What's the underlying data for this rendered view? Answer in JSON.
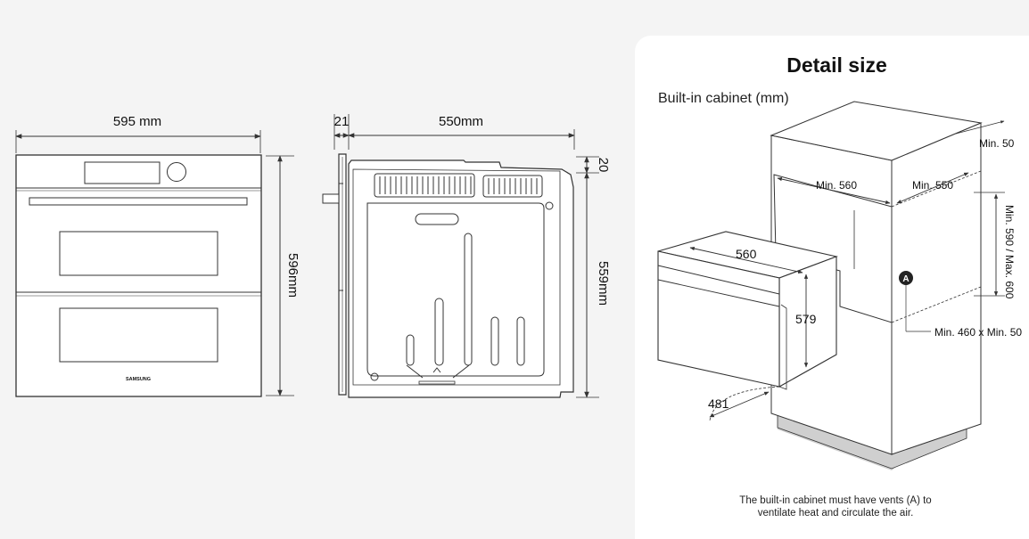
{
  "front_view": {
    "width_label": "595 mm",
    "height_label": "596mm",
    "brand": "SAMSUNG"
  },
  "side_view": {
    "door_label": "21",
    "depth_label": "550mm",
    "top_label": "20",
    "height_label": "559mm"
  },
  "detail": {
    "title": "Detail size",
    "subtitle": "Built-in cabinet (mm)",
    "dims": {
      "min50_top": "Min. 50",
      "min560": "Min. 560",
      "min550": "Min. 550",
      "min590": "Min. 590 / Max. 600",
      "oven_w": "560",
      "oven_h": "579",
      "oven_d": "481",
      "vent": "Min. 460 x Min. 50",
      "vent_marker": "A"
    },
    "note_line1": "The built-in cabinet must have vents (A) to",
    "note_line2": "ventilate heat and circulate the air."
  },
  "colors": {
    "background": "#f4f4f4",
    "panel": "#ffffff",
    "line": "#333333",
    "base_shade": "#cfcfcf"
  }
}
